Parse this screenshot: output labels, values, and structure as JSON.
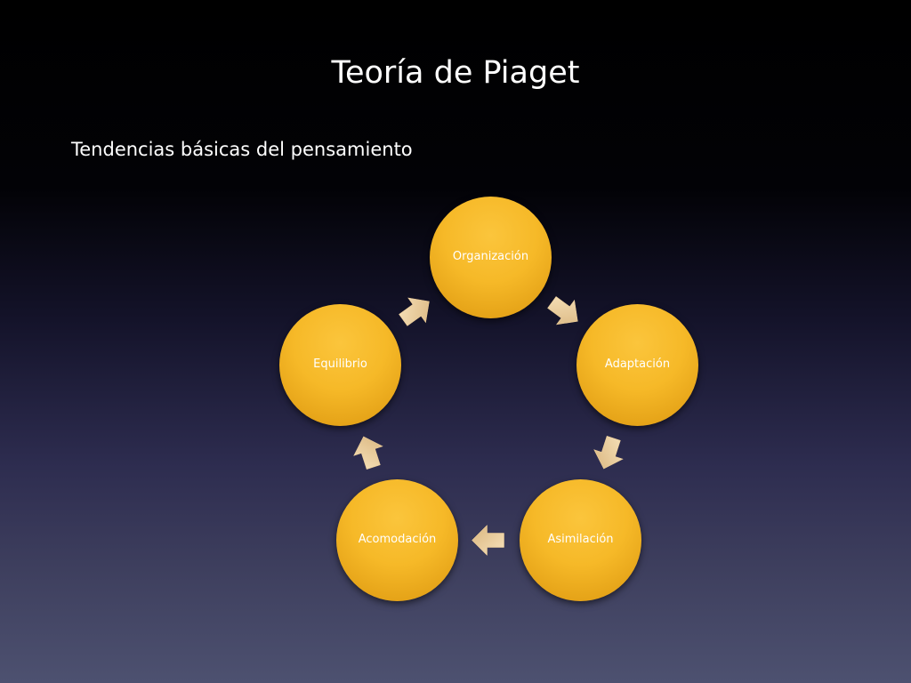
{
  "slide": {
    "title": "Teoría de Piaget",
    "subtitle": "Tendencias básicas del pensamiento"
  },
  "cycle_diagram": {
    "nodes": [
      {
        "id": "organizacion",
        "label": "Organización"
      },
      {
        "id": "adaptacion",
        "label": "Adaptación"
      },
      {
        "id": "asimilacion",
        "label": "Asimilación"
      },
      {
        "id": "acomodacion",
        "label": "Acomodación"
      },
      {
        "id": "equilibrio",
        "label": "Equilibrio"
      }
    ],
    "edges": [
      {
        "from": "organizacion",
        "to": "adaptacion"
      },
      {
        "from": "adaptacion",
        "to": "asimilacion"
      },
      {
        "from": "asimilacion",
        "to": "acomodacion"
      },
      {
        "from": "acomodacion",
        "to": "equilibrio"
      },
      {
        "from": "equilibrio",
        "to": "organizacion"
      }
    ],
    "colors": {
      "node_fill": "#f6b928",
      "arrow_fill": "#f0d09a"
    }
  }
}
